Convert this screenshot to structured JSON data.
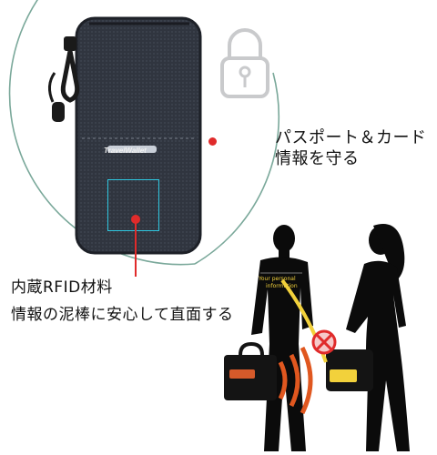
{
  "wallet": {
    "brand": "TravelWallet"
  },
  "callout_top": {
    "line1": "パスポート＆カード",
    "line2": "情報を守る"
  },
  "callout_bottom": {
    "line1": "内蔵RFID材料",
    "line2": "情報の泥棒に安心して直面する"
  },
  "scene": {
    "bubble_line1": "Your personal",
    "bubble_line2": "information"
  },
  "colors": {
    "accent_red": "#e02b2b",
    "arc_green": "#7aa89a",
    "wallet_fabric": "#2f3440",
    "lock_gray": "#c9cacc",
    "silhouette": "#0b0b0b"
  },
  "icons": [
    "padlock-icon",
    "prohibited-icon",
    "rfid-wave-icon"
  ]
}
